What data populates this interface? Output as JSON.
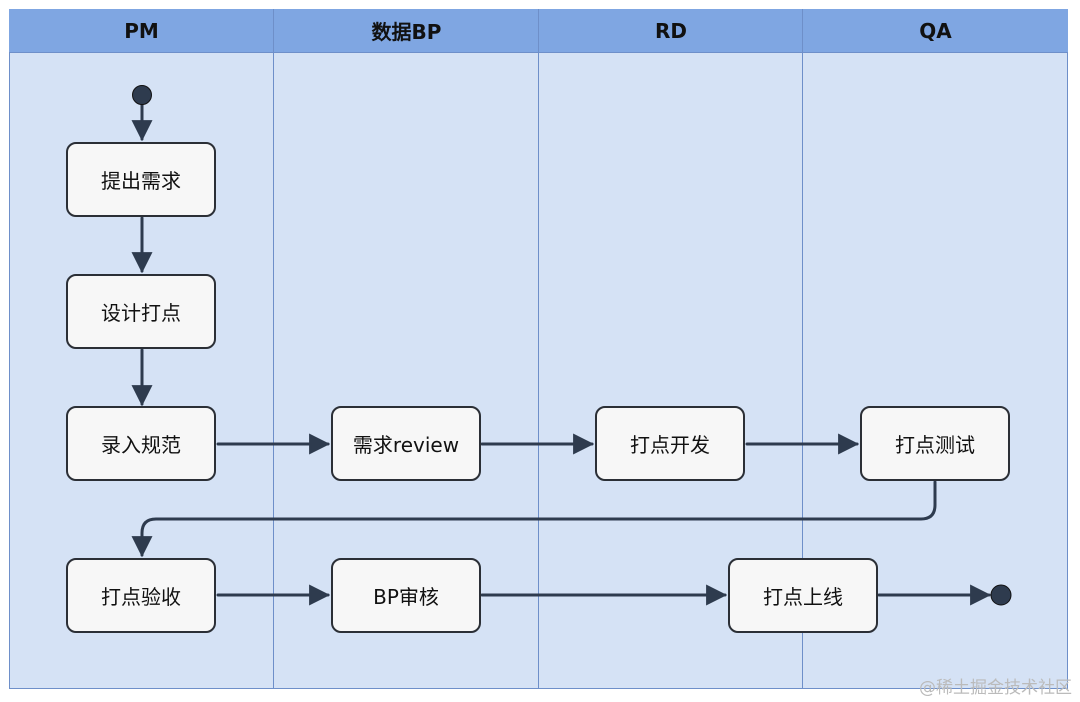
{
  "lanes": [
    "PM",
    "数据BP",
    "RD",
    "QA"
  ],
  "nodes": {
    "start": "",
    "raise_requirement": "提出需求",
    "design_tracking": "设计打点",
    "enter_spec": "录入规范",
    "requirement_review": "需求review",
    "tracking_dev": "打点开发",
    "tracking_test": "打点测试",
    "tracking_accept": "打点验收",
    "bp_review": "BP审核",
    "tracking_release": "打点上线",
    "end": ""
  },
  "watermark": "@稀土掘金技术社区",
  "colors": {
    "lane_fill": "#d5e2f5",
    "header_fill": "#7fa6e2",
    "border": "#6e8fc9",
    "node_fill": "#f7f7f7",
    "edge": "#2e3b4e"
  }
}
